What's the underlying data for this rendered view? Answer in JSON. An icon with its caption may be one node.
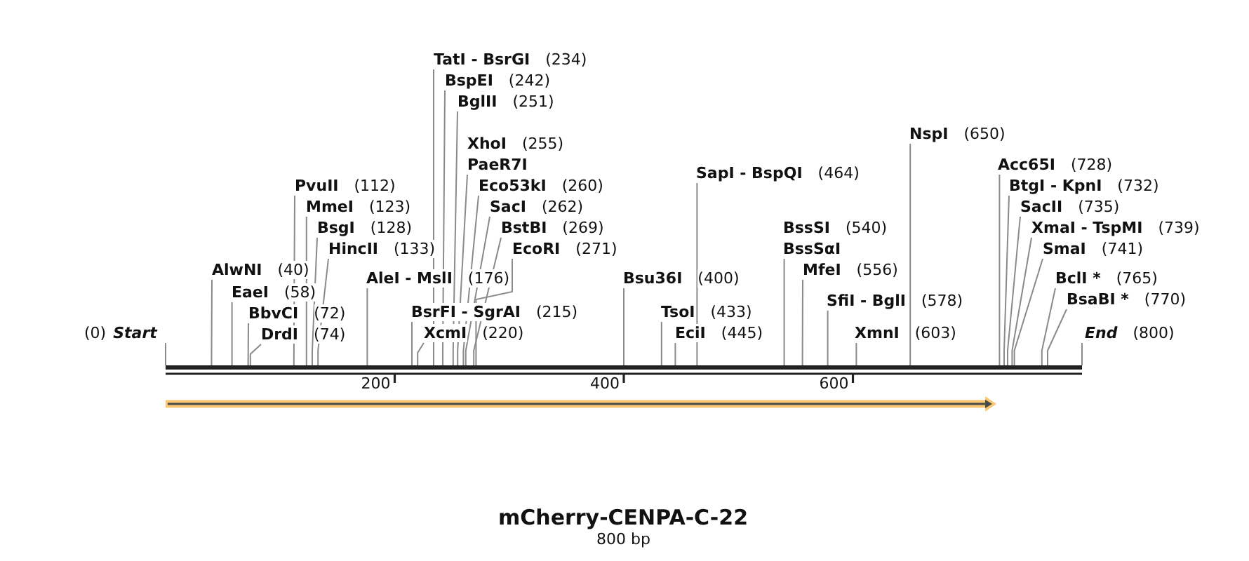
{
  "diagram": {
    "title": "mCherry-CENPA-C-22",
    "caption": "800 bp",
    "nodes": [
      {
        "text": [
          "(0)",
          "Start"
        ]
      },
      {
        "text": [
          "AlwNI",
          "(40)"
        ]
      },
      {
        "text": [
          "EaeI",
          "(58)"
        ]
      },
      {
        "text": [
          "BbvCI",
          "(72)"
        ]
      },
      {
        "text": [
          "DrdI",
          "(74)"
        ]
      },
      {
        "text": [
          "PvuII",
          "(112)"
        ]
      },
      {
        "text": [
          "MmeI",
          "(123)"
        ]
      },
      {
        "text": [
          "BsgI",
          "(128)"
        ]
      },
      {
        "text": [
          "HincII",
          "(133)"
        ]
      },
      {
        "text": [
          "AleI - MslI",
          "(176)"
        ]
      },
      {
        "text": [
          "BsrFI - SgrAI",
          "(215)"
        ]
      },
      {
        "text": [
          "XcmI",
          "(220)"
        ]
      },
      {
        "text": [
          "TatI - BsrGI",
          "(234)"
        ]
      },
      {
        "text": [
          "BspEI",
          "(242)"
        ]
      },
      {
        "text": [
          "BglII",
          "(251)"
        ]
      },
      {
        "text": [
          "XhoI",
          "(255)",
          "PaeR7I"
        ]
      },
      {
        "text": [
          "Eco53kI",
          "(260)"
        ]
      },
      {
        "text": [
          "SacI",
          "(262)"
        ]
      },
      {
        "text": [
          "BstBI",
          "(269)"
        ]
      },
      {
        "text": [
          "EcoRI",
          "(271)"
        ]
      },
      {
        "text": [
          "Bsu36I",
          "(400)"
        ]
      },
      {
        "text": [
          "TsoI",
          "(433)"
        ]
      },
      {
        "text": [
          "EciI",
          "(445)"
        ]
      },
      {
        "text": [
          "SapI - BspQI",
          "(464)"
        ]
      },
      {
        "text": [
          "BssSI",
          "(540)",
          "BssSαI"
        ]
      },
      {
        "text": [
          "MfeI",
          "(556)"
        ]
      },
      {
        "text": [
          "SfiI - BglI",
          "(578)"
        ]
      },
      {
        "text": [
          "XmnI",
          "(603)"
        ]
      },
      {
        "text": [
          "NspI",
          "(650)"
        ]
      },
      {
        "text": [
          "Acc65I",
          "(728)"
        ]
      },
      {
        "text": [
          "BtgI - KpnI",
          "(732)"
        ]
      },
      {
        "text": [
          "SacII",
          "(735)"
        ]
      },
      {
        "text": [
          "XmaI - TspMI",
          "(739)"
        ]
      },
      {
        "text": [
          "SmaI",
          "(741)"
        ]
      },
      {
        "text": [
          "BclI *",
          "(765)"
        ]
      },
      {
        "text": [
          "BsaBI *",
          "(770)"
        ]
      },
      {
        "text": [
          "End",
          "(800)"
        ]
      },
      {
        "text": [],
        "shape": "bar"
      }
    ],
    "edges": [
      {
        "from": 0,
        "to": 37,
        "arrow": "none"
      },
      {
        "from": 1,
        "to": 37,
        "arrow": "none"
      },
      {
        "from": 2,
        "to": 37,
        "arrow": "none"
      },
      {
        "from": 3,
        "to": 37,
        "arrow": "none"
      },
      {
        "from": 4,
        "to": 37,
        "arrow": "none"
      },
      {
        "from": 5,
        "to": 37,
        "arrow": "none"
      },
      {
        "from": 6,
        "to": 37,
        "arrow": "none"
      },
      {
        "from": 7,
        "to": 37,
        "arrow": "none"
      },
      {
        "from": 8,
        "to": 37,
        "arrow": "none"
      },
      {
        "from": 9,
        "to": 37,
        "arrow": "none"
      },
      {
        "from": 10,
        "to": 37,
        "arrow": "none"
      },
      {
        "from": 11,
        "to": 37,
        "arrow": "none"
      },
      {
        "from": 12,
        "to": 37,
        "arrow": "none"
      },
      {
        "from": 13,
        "to": 37,
        "arrow": "none"
      },
      {
        "from": 14,
        "to": 37,
        "arrow": "none"
      },
      {
        "from": 15,
        "to": 37,
        "arrow": "none"
      },
      {
        "from": 16,
        "to": 37,
        "arrow": "none"
      },
      {
        "from": 17,
        "to": 37,
        "arrow": "none"
      },
      {
        "from": 18,
        "to": 37,
        "arrow": "none"
      },
      {
        "from": 19,
        "to": 37,
        "arrow": "none"
      },
      {
        "from": 20,
        "to": 37,
        "arrow": "none"
      },
      {
        "from": 21,
        "to": 37,
        "arrow": "none"
      },
      {
        "from": 22,
        "to": 37,
        "arrow": "none"
      },
      {
        "from": 23,
        "to": 37,
        "arrow": "none"
      },
      {
        "from": 24,
        "to": 37,
        "arrow": "none"
      },
      {
        "from": 25,
        "to": 37,
        "arrow": "none"
      },
      {
        "from": 26,
        "to": 37,
        "arrow": "none"
      },
      {
        "from": 27,
        "to": 37,
        "arrow": "none"
      },
      {
        "from": 28,
        "to": 37,
        "arrow": "none"
      },
      {
        "from": 29,
        "to": 37,
        "arrow": "none"
      },
      {
        "from": 30,
        "to": 37,
        "arrow": "none"
      },
      {
        "from": 31,
        "to": 37,
        "arrow": "none"
      },
      {
        "from": 32,
        "to": 37,
        "arrow": "none"
      },
      {
        "from": 33,
        "to": 37,
        "arrow": "none"
      },
      {
        "from": 34,
        "to": 37,
        "arrow": "none"
      },
      {
        "from": 35,
        "to": 37,
        "arrow": "none"
      },
      {
        "from": 36,
        "to": 37,
        "arrow": "none"
      }
    ],
    "labels": [
      "200",
      "400",
      "600"
    ]
  }
}
